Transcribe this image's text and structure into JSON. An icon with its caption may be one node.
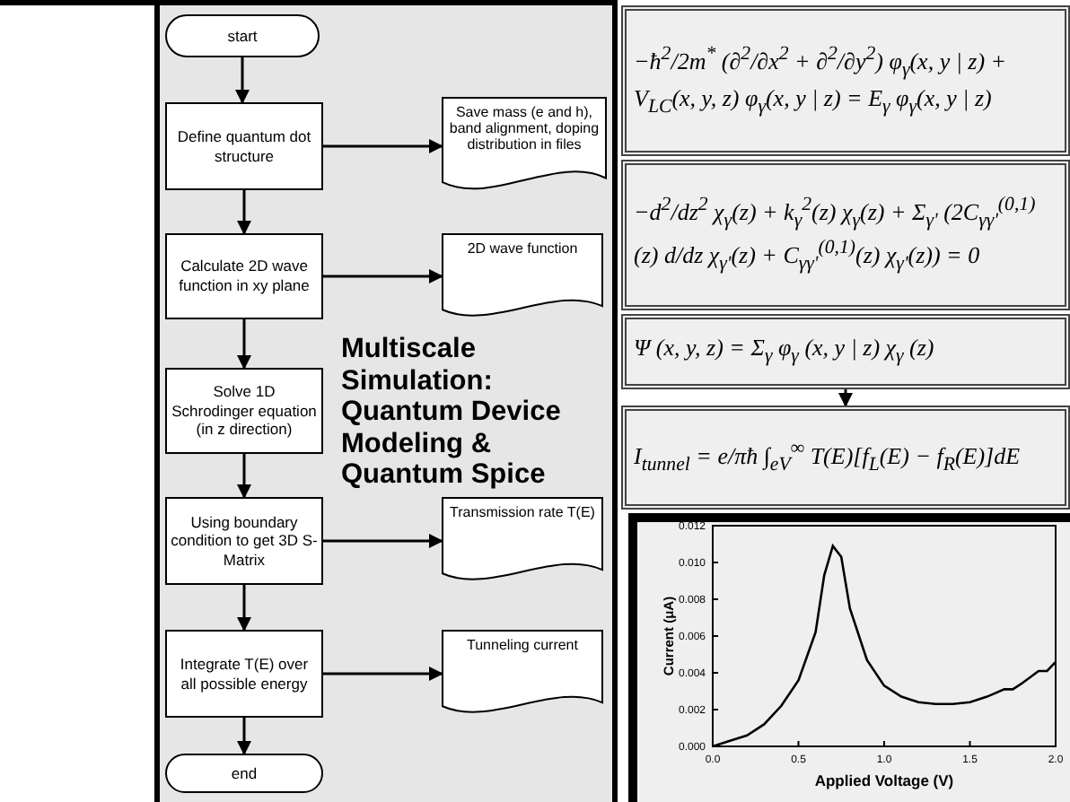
{
  "diagram": {
    "title": "Multiscale Simulation: Quantum Device Modeling & Quantum Spice",
    "nodes": [
      {
        "text": [
          "start"
        ]
      },
      {
        "text": [
          "Define quantum dot structure"
        ]
      },
      {
        "text": [
          "Save mass (e and h), band alignment, doping distribution in files"
        ]
      },
      {
        "text": [
          "Calculate 2D wave function in xy plane"
        ]
      },
      {
        "text": [
          "2D wave function"
        ]
      },
      {
        "text": [
          "Solve 1D Schrodinger equation (in z direction)"
        ]
      },
      {
        "text": [
          "Using boundary condition to get 3D S-Matrix"
        ]
      },
      {
        "text": [
          "Transmission rate T(E)"
        ]
      },
      {
        "text": [
          "Integrate T(E) over all possible energy"
        ]
      },
      {
        "text": [
          "Tunneling current"
        ]
      },
      {
        "text": [
          "end"
        ]
      },
      {
        "text": [
          "−ħ$^{2}$/2m$^{*}$ (∂$^{2}$/∂x$^{2}$ + ∂$^{2}$/∂y$^{2}$) φ$_{γ}$(x, y | z) + V$_{LC}$(x, y, z) φ$_{γ}$(x, y | z) = E$_{γ}$ φ$_{γ}$(x, y | z)"
        ]
      },
      {
        "text": [
          "−d$^{2}$/dz$^{2}$ χ$_{γ}$(z) + k$_{γ}$$^{2}$(z) χ$_{γ}$(z) + Σ$_{γ'}$ (2C$_{γγ'}$$^{(0,1)}$(z) d/dz χ$_{γ'}$(z) + C$_{γγ'}$$^{(0,1)}$(z) χ$_{γ'}$(z)) = 0"
        ]
      },
      {
        "text": [
          "Ψ (x, y, z) = Σ$_{γ}$ φ$_{γ}$ (x, y | z) χ$_{γ}$ (z)"
        ]
      },
      {
        "text": [
          "I$_{tunnel}$ = e/πħ ∫$_{eV}$$^{∞}$ T(E)[f$_{L}$(E) − f$_{R}$(E)]dE"
        ]
      }
    ],
    "edges": [
      {
        "from": 0,
        "to": 1,
        "arrow": "to"
      },
      {
        "from": 1,
        "to": 2,
        "arrow": "to"
      },
      {
        "from": 1,
        "to": 3,
        "arrow": "to"
      },
      {
        "from": 3,
        "to": 4,
        "arrow": "to"
      },
      {
        "from": 3,
        "to": 5,
        "arrow": "to"
      },
      {
        "from": 5,
        "to": 6,
        "arrow": "to"
      },
      {
        "from": 6,
        "to": 7,
        "arrow": "to"
      },
      {
        "from": 6,
        "to": 8,
        "arrow": "to"
      },
      {
        "from": 8,
        "to": 9,
        "arrow": "to"
      },
      {
        "from": 8,
        "to": 10,
        "arrow": "to"
      },
      {
        "from": 13,
        "to": 14,
        "arrow": "to"
      }
    ],
    "chart_data": {
      "type": "line",
      "xlabel": "Applied Voltage (V)",
      "ylabel": "Current (μA)",
      "x": [
        0,
        0.1,
        0.2,
        0.3,
        0.4,
        0.5,
        0.6,
        0.65,
        0.7,
        0.75,
        0.8,
        0.9,
        1.0,
        1.1,
        1.2,
        1.3,
        1.4,
        1.5,
        1.6,
        1.7,
        1.75,
        1.8,
        1.9,
        1.95,
        2.0
      ],
      "series": [
        {
          "color": "#000000",
          "values": [
            0,
            0.0003,
            0.0006,
            0.0012,
            0.0022,
            0.0036,
            0.0062,
            0.0093,
            0.0109,
            0.0103,
            0.0075,
            0.0047,
            0.0033,
            0.0027,
            0.0024,
            0.0023,
            0.0023,
            0.0024,
            0.0027,
            0.0031,
            0.0031,
            0.0034,
            0.0041,
            0.0041,
            0.0046
          ]
        }
      ],
      "xlim": [
        0,
        2
      ],
      "ylim": [
        0,
        0.012
      ],
      "xticks": [
        {
          "value": 0,
          "label": "0.0"
        },
        {
          "value": 0.5,
          "label": "0.5"
        },
        {
          "value": 1,
          "label": "1.0"
        },
        {
          "value": 1.5,
          "label": "1.5"
        },
        {
          "value": 2,
          "label": "2.0"
        }
      ],
      "yticks": [
        {
          "value": 0,
          "label": "0.000"
        },
        {
          "value": 0.002,
          "label": "0.002"
        },
        {
          "value": 0.004,
          "label": "0.004"
        },
        {
          "value": 0.006,
          "label": "0.006"
        },
        {
          "value": 0.008,
          "label": "0.008"
        },
        {
          "value": 0.01,
          "label": "0.010"
        },
        {
          "value": 0.012,
          "label": "0.012"
        }
      ]
    }
  }
}
